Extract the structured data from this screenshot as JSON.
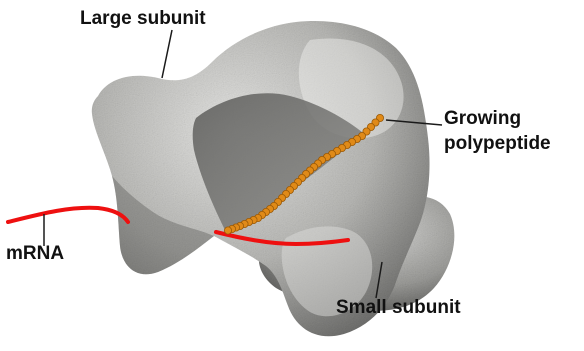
{
  "labels": {
    "large_subunit": "Large subunit",
    "growing_line1": "Growing",
    "growing_line2": "polypeptide",
    "mrna": "mRNA",
    "small_subunit": "Small subunit"
  },
  "colors": {
    "background": "#ffffff",
    "ribosome_light": "#d4d4d2",
    "ribosome_mid": "#a2a29f",
    "ribosome_dark": "#5e5e5c",
    "mrna": "#ee1010",
    "polypeptide": "#e08a18",
    "leader": "#1a1a1a"
  }
}
